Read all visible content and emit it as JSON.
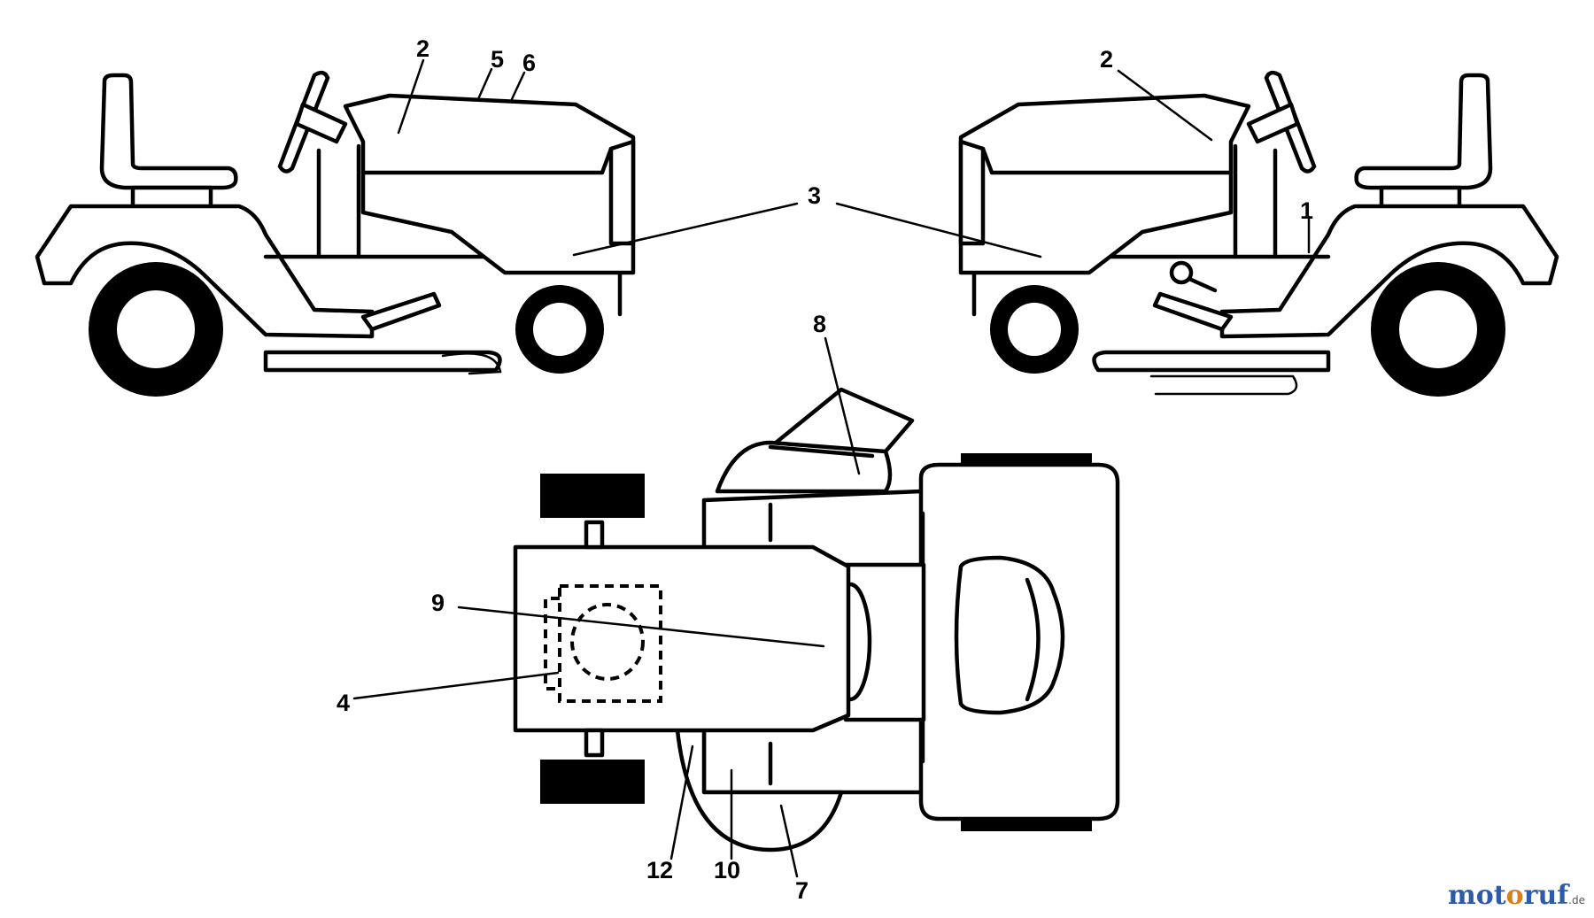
{
  "diagram": {
    "labels": {
      "l1": "1",
      "l2a": "2",
      "l2b": "2",
      "l3": "3",
      "l4": "4",
      "l5": "5",
      "l6": "6",
      "l7": "7",
      "l8": "8",
      "l9": "9",
      "l10": "10",
      "l12": "12"
    }
  },
  "watermark": {
    "part1": "mot",
    "part2": "o",
    "part3": "ruf",
    "suffix": ".de"
  }
}
